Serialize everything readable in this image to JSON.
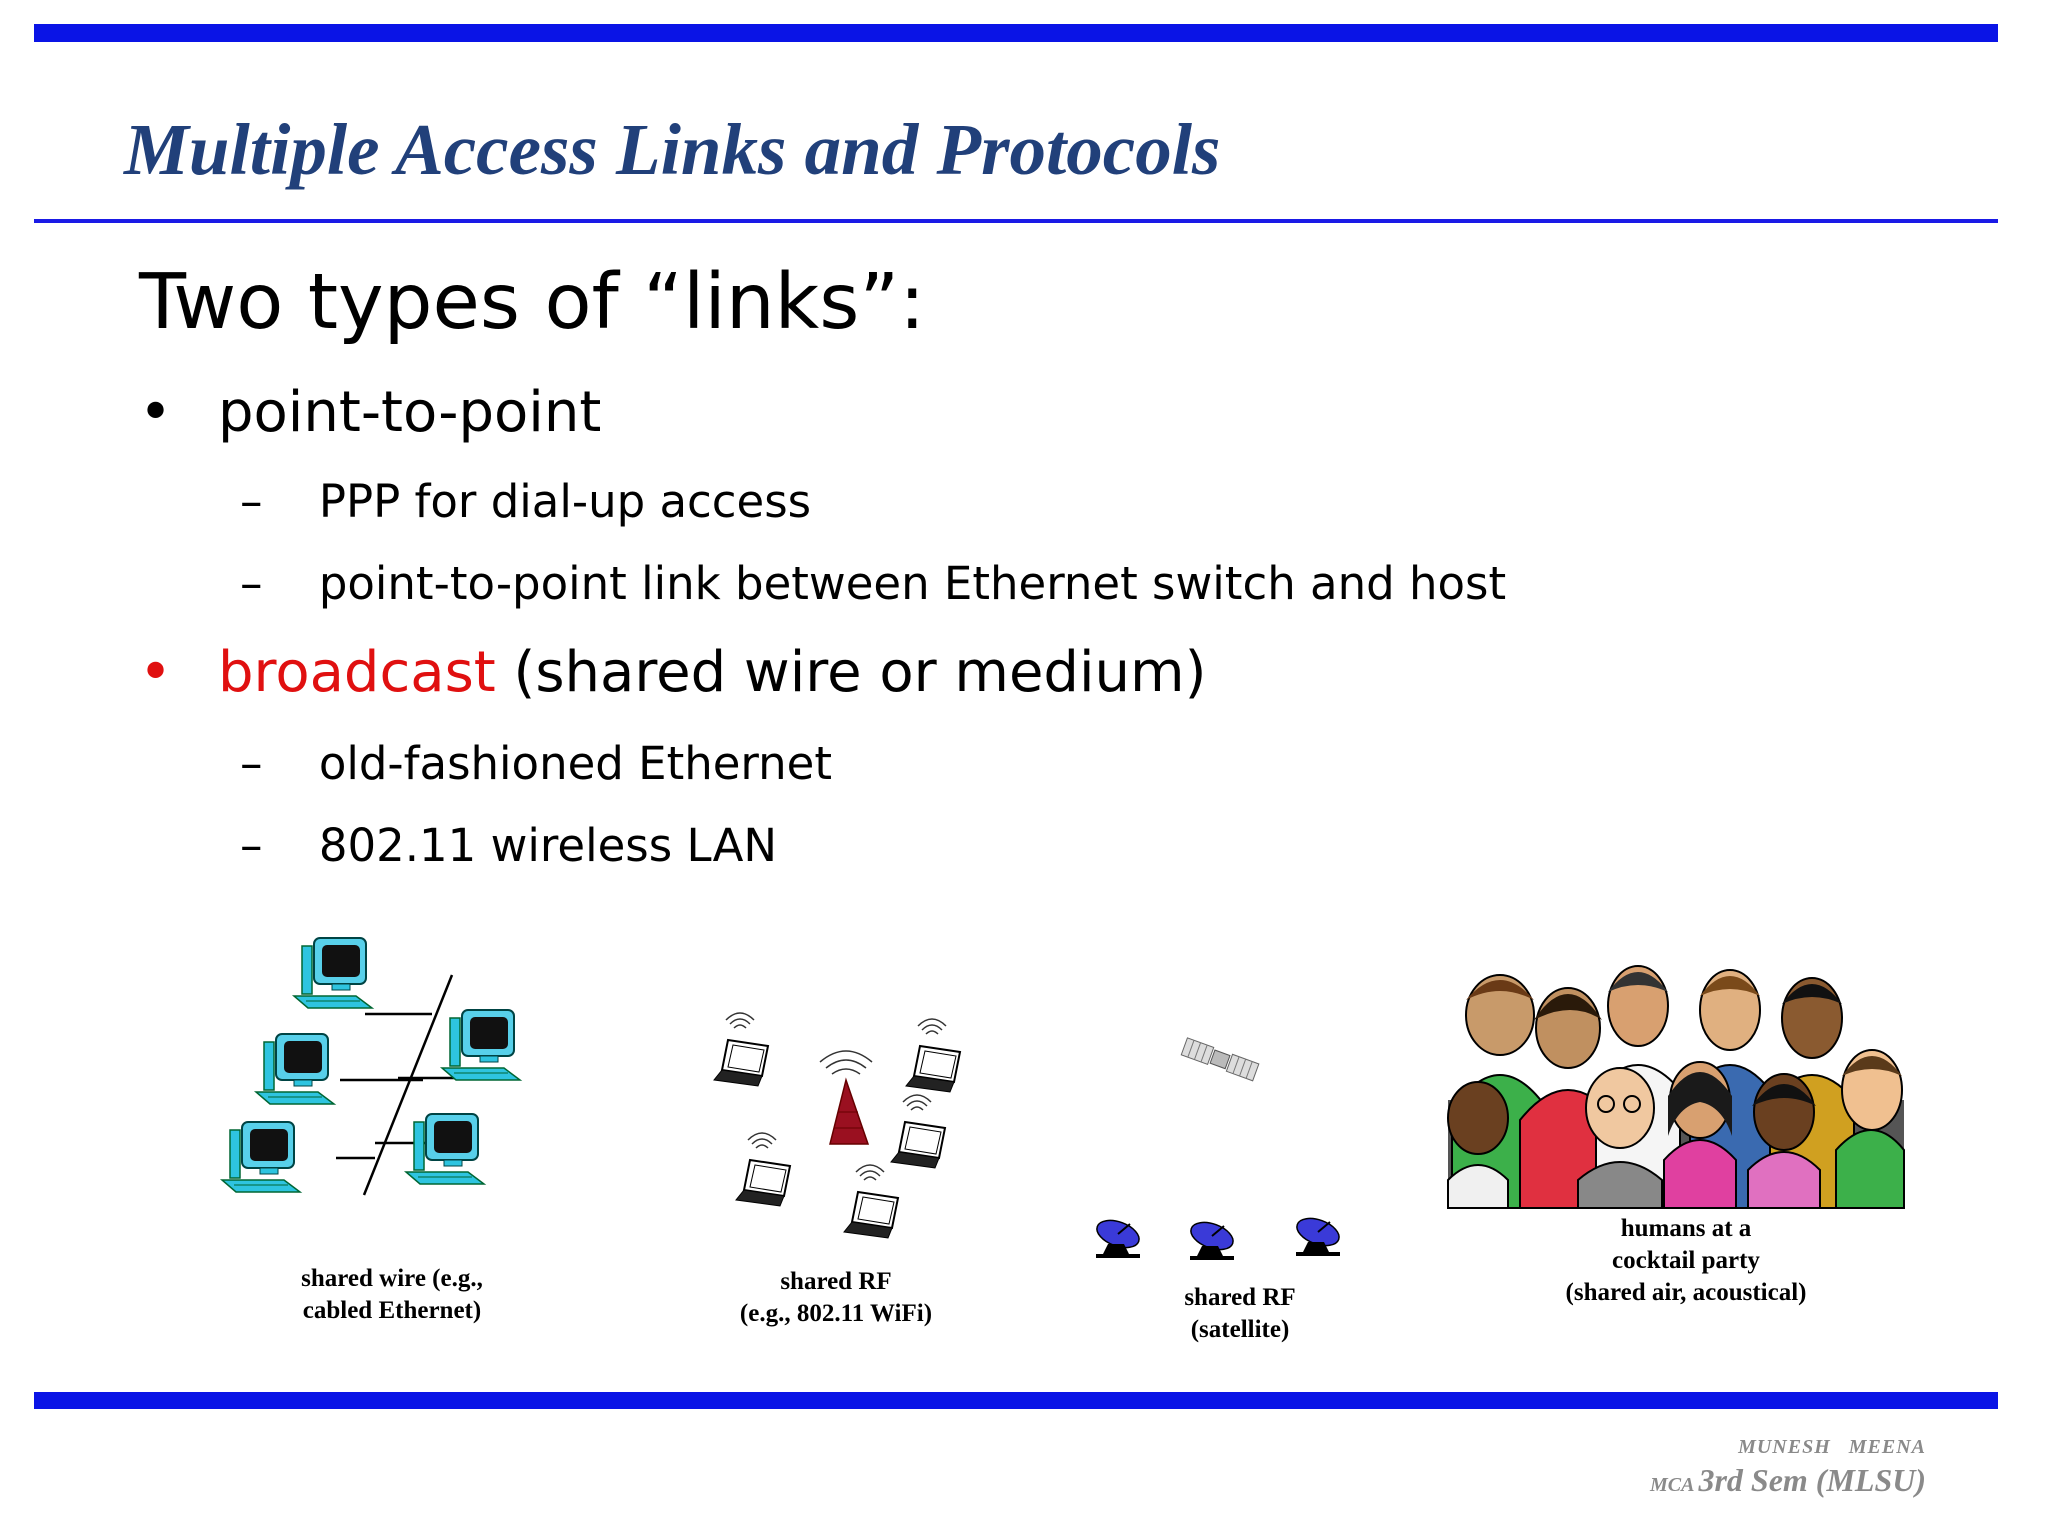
{
  "slide": {
    "title": "Multiple Access Links and Protocols",
    "heading": "Two types of “links”:",
    "bullet_symbol": "•",
    "dash_symbol": "–",
    "bullets": [
      {
        "text": "point-to-point",
        "subitems": [
          "PPP for dial-up access",
          "point-to-point link between Ethernet switch and host"
        ]
      },
      {
        "highlight": "broadcast",
        "text": " (shared wire or medium)",
        "subitems": [
          "old-fashioned Ethernet",
          "802.11 wireless LAN"
        ]
      }
    ]
  },
  "illustrations": {
    "wired": {
      "caption_1": "shared wire (e.g.,",
      "caption_2": "cabled Ethernet)"
    },
    "wifi": {
      "caption_1": "shared RF",
      "caption_2": "(e.g., 802.11 WiFi)"
    },
    "satellite": {
      "caption_1": "shared RF",
      "caption_2": "(satellite)"
    },
    "party": {
      "caption_1": "humans at a",
      "caption_2": "cocktail party",
      "caption_3": "(shared air, acoustical)"
    }
  },
  "footer": {
    "author": "MUNESH   MEENA",
    "course_small": "MCA",
    "course_big": "3rd Sem (MLSU)"
  },
  "colors": {
    "rule_blue": "#0a14e6",
    "title_blue": "#21407a",
    "highlight_red": "#e01010",
    "footer_gray": "#8a8a8a"
  }
}
